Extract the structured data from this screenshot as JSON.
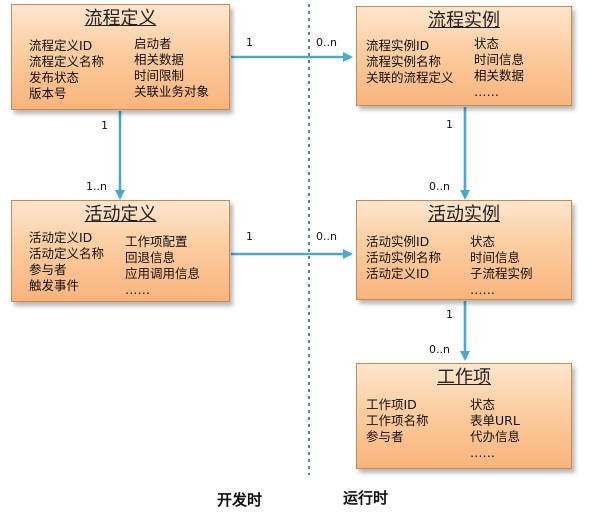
{
  "boxes": {
    "process_definition": {
      "title": "流程定义",
      "left_fields": [
        "流程定义ID",
        "流程定义名称",
        "发布状态",
        "版本号"
      ],
      "right_fields": [
        "启动者",
        "相关数据",
        "时间限制",
        "关联业务对象"
      ]
    },
    "process_instance": {
      "title": "流程实例",
      "left_fields": [
        "流程实例ID",
        "流程实例名称",
        "关联的流程定义"
      ],
      "right_fields": [
        "状态",
        "时间信息",
        "相关数据",
        "……"
      ]
    },
    "activity_definition": {
      "title": "活动定义",
      "left_fields": [
        "活动定义ID",
        "活动定义名称",
        "参与者",
        "触发事件"
      ],
      "right_fields": [
        "工作项配置",
        "回退信息",
        "应用调用信息",
        "……"
      ]
    },
    "activity_instance": {
      "title": "活动实例",
      "left_fields": [
        "活动实例ID",
        "活动实例名称",
        "活动定义ID"
      ],
      "right_fields": [
        "状态",
        "时间信息",
        "子流程实例",
        "……"
      ]
    },
    "work_item": {
      "title": "工作项",
      "left_fields": [
        "工作项ID",
        "工作项名称",
        "参与者"
      ],
      "right_fields": [
        "状态",
        "表单URL",
        "代办信息",
        "……"
      ]
    }
  },
  "multiplicities": {
    "pd_pi_source": "1",
    "pd_pi_target": "0..n",
    "pd_ad_source": "1",
    "pd_ad_target": "1..n",
    "pi_ai_source": "1",
    "pi_ai_target": "0..n",
    "ad_ai_source": "1",
    "ad_ai_target": "0..n",
    "ai_wi_source": "1",
    "ai_wi_target": "0..n"
  },
  "phases": {
    "design_time": "开发时",
    "run_time": "运行时"
  },
  "colors": {
    "arrow": "#4aa9cc",
    "divider": "#2e5f8a",
    "box_border": "#c98a52"
  }
}
